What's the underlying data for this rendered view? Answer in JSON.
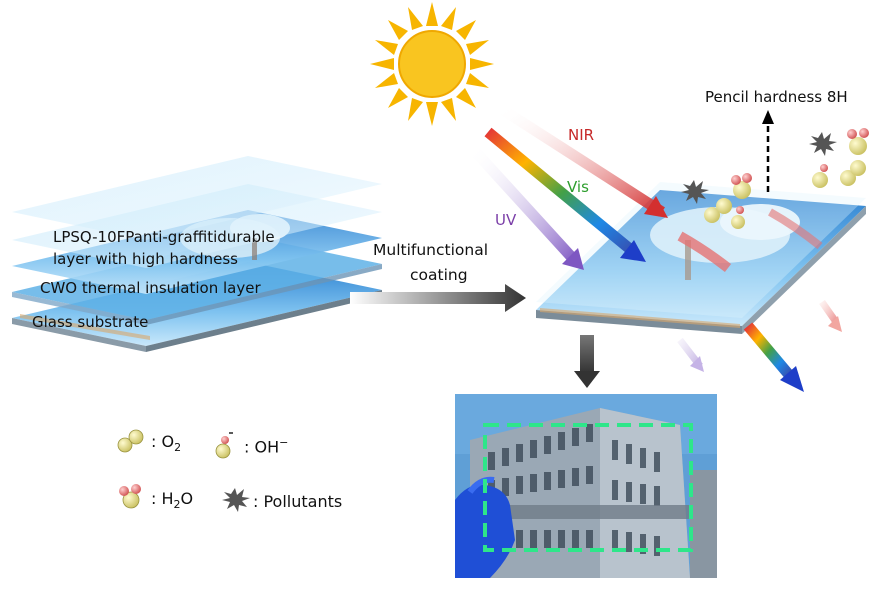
{
  "layers": {
    "top_line1": "LPSQ-10FPanti-graffitidurable",
    "top_line2": "layer with high hardness",
    "middle": "CWO thermal insulation layer",
    "bottom": "Glass substrate"
  },
  "process": {
    "line1": "Multifunctional",
    "line2": "coating"
  },
  "light": {
    "nir": "NIR",
    "vis": "Vis",
    "uv": "UV"
  },
  "hardness": "Pencil hardness 8H",
  "legend": {
    "o2": ": O",
    "o2_sub": "2",
    "oh": ": OH",
    "oh_sup": "−",
    "h2o_a": ": H",
    "h2o_sub": "2",
    "h2o_b": "O",
    "pollutants": ": Pollutants"
  },
  "colors": {
    "sun": "#f7b500",
    "nir": "#c62828",
    "vis": "#2e9e2e",
    "uv": "#7b3fa8",
    "dashed_box": "#2ee68a"
  }
}
